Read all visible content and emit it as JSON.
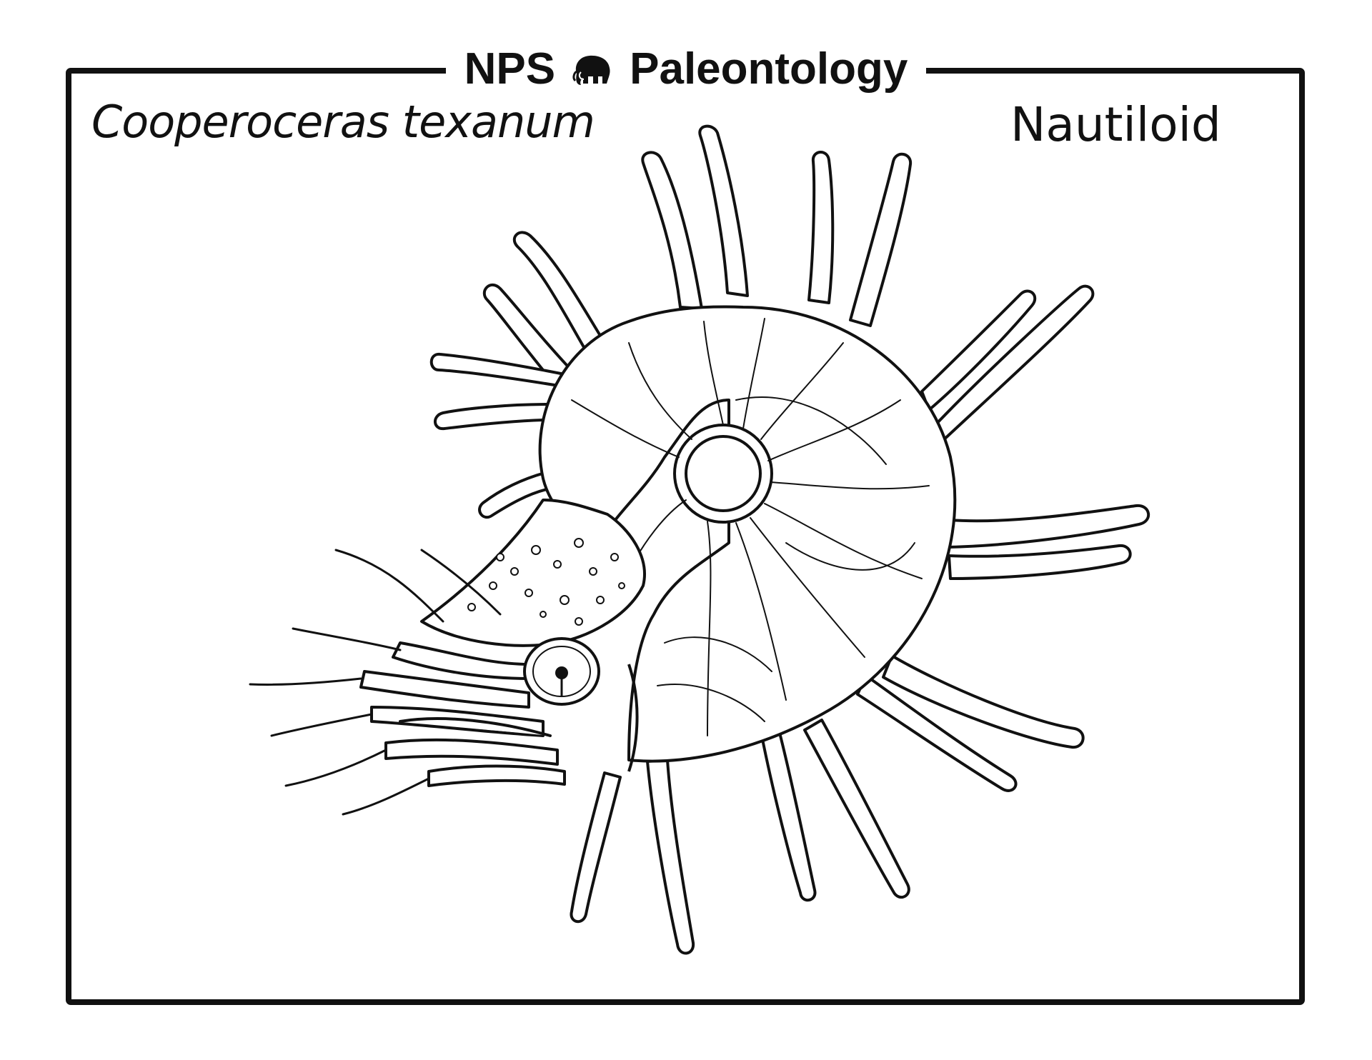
{
  "header": {
    "brand_left": "NPS",
    "brand_icon": "mammoth-icon",
    "brand_right": "Paleontology"
  },
  "card": {
    "species_name": "Cooperoceras texanum",
    "group_name": "Nautiloid"
  },
  "colors": {
    "ink": "#111111",
    "paper": "#ffffff"
  }
}
